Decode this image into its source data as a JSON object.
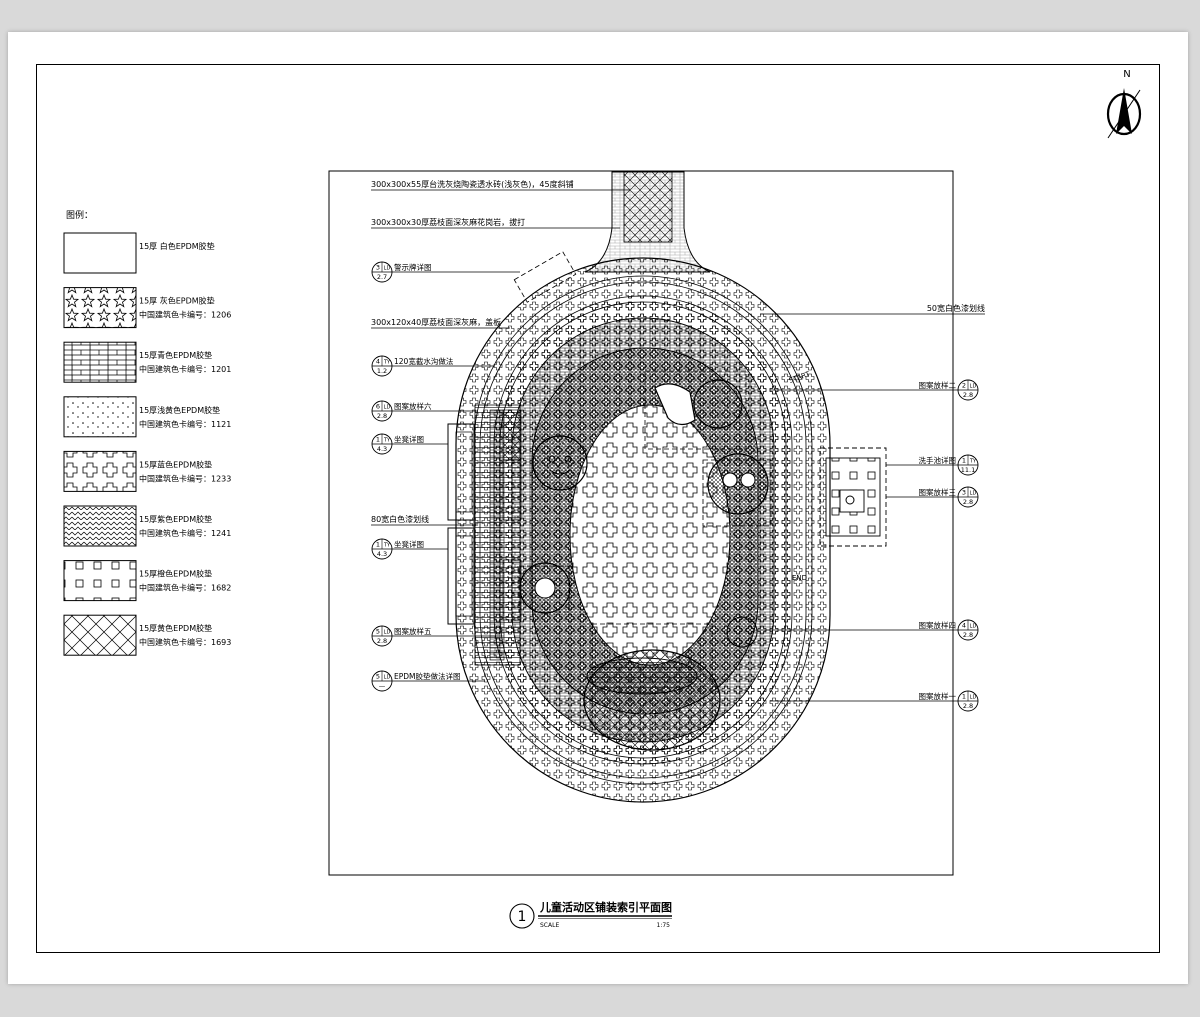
{
  "legend": {
    "title": "图例：",
    "items": [
      {
        "name": "15厚 白色EPDM胶垫",
        "code": "",
        "pattern": "blank"
      },
      {
        "name": "15厚 灰色EPDM胶垫",
        "code": "中国建筑色卡编号：1206",
        "pattern": "stars"
      },
      {
        "name": "15厚青色EPDM胶垫",
        "code": "中国建筑色卡编号：1201",
        "pattern": "bricks"
      },
      {
        "name": "15厚浅黄色EPDM胶垫",
        "code": "中国建筑色卡编号：1121",
        "pattern": "dots"
      },
      {
        "name": "15厚蓝色EPDM胶垫",
        "code": "中国建筑色卡编号：1233",
        "pattern": "crosses"
      },
      {
        "name": "15厚紫色EPDM胶垫",
        "code": "中国建筑色卡编号：1241",
        "pattern": "zigzag"
      },
      {
        "name": "15厚橙色EPDM胶垫",
        "code": "中国建筑色卡编号：1682",
        "pattern": "squares"
      },
      {
        "name": "15厚黄色EPDM胶垫",
        "code": "中国建筑色卡编号：1693",
        "pattern": "diamonds"
      }
    ]
  },
  "north": "N",
  "notes": {
    "paving1": "300x300x55厚台洗灰烧陶瓷透水砖(浅灰色)，45度斜铺",
    "paving2": "300x300x30厚荔枝面深灰麻花岗岩，拔打",
    "paving3": "300x120x40厚荔枝面深灰麻，盖板",
    "line80": "80宽白色漆划线",
    "line50": "50宽白色漆划线",
    "start": "START",
    "end": "END"
  },
  "callouts_left": [
    {
      "top": "3",
      "code": "LD",
      "bottom": "2.7",
      "label": "警示牌详图"
    },
    {
      "top": "4",
      "code": "TY",
      "bottom": "1.2",
      "label": "120宽截水沟做法"
    },
    {
      "top": "6",
      "code": "LD",
      "bottom": "2.8",
      "label": "图案放样六"
    },
    {
      "top": "1",
      "code": "TY",
      "bottom": "4.3",
      "label": "坐凳详图"
    },
    {
      "top": "1",
      "code": "TY",
      "bottom": "4.3",
      "label": "坐凳详图"
    },
    {
      "top": "5",
      "code": "LD",
      "bottom": "2.8",
      "label": "图案放样五"
    },
    {
      "top": "5",
      "code": "LD",
      "bottom": "—",
      "label": "EPDM胶垫做法详图"
    }
  ],
  "callouts_right": [
    {
      "top": "2",
      "code": "LD",
      "bottom": "2.8",
      "label": "图案放样二"
    },
    {
      "top": "1",
      "code": "TY",
      "bottom": "11.1",
      "label": "洗手池详图"
    },
    {
      "top": "3",
      "code": "LD",
      "bottom": "2.8",
      "label": "图案放样三"
    },
    {
      "top": "4",
      "code": "LD",
      "bottom": "2.8",
      "label": "图案放样四"
    },
    {
      "top": "1",
      "code": "LD",
      "bottom": "2.8",
      "label": "图案放样一"
    }
  ],
  "title_block": {
    "number": "1",
    "title": "儿童活动区铺装索引平面图",
    "scale_label": "SCALE",
    "scale": "1:75"
  }
}
